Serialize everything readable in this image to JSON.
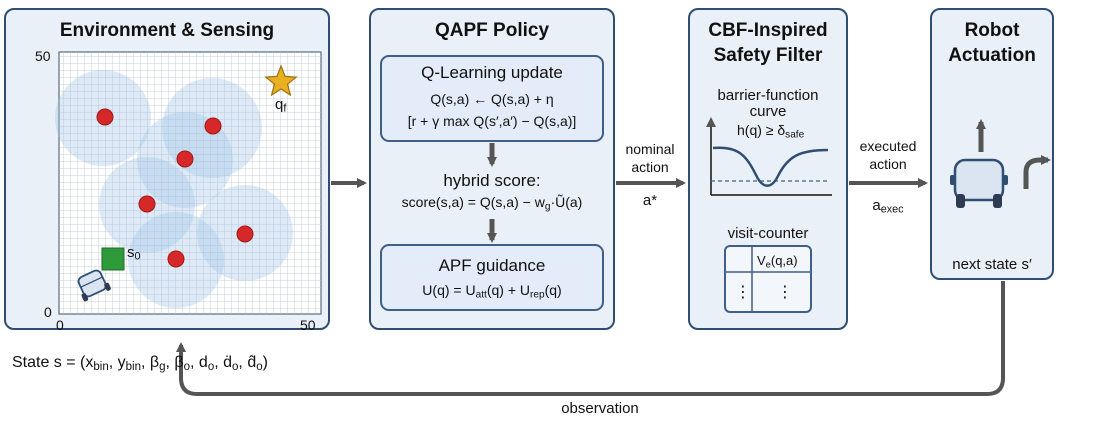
{
  "panels": {
    "env": {
      "title": "Environment & Sensing",
      "axis_top": "50",
      "axis_bottom_y": "0",
      "axis_bottom_x0": "0",
      "axis_right": "50",
      "goal_label": "q",
      "goal_sub": "f",
      "start_label": "s",
      "start_sub": "0"
    },
    "policy": {
      "title": "QAPF Policy",
      "qlearn": {
        "title": "Q-Learning update",
        "line1": "Q(s,a) ← Q(s,a) + η",
        "line2": "[r + γ max Q(s′,a′) − Q(s,a)]"
      },
      "hybrid": {
        "title": "hybrid score:",
        "f_pre": "score(s,a) = Q(s,a) − w",
        "f_sub": "g",
        "f_post": "·Ũ(a)"
      },
      "apf": {
        "title": "APF guidance",
        "f1": "U(q) = U",
        "s1": "att",
        "f2": "(q) + U",
        "s2": "rep",
        "f3": "(q)"
      }
    },
    "filter": {
      "title_line1": "CBF-Inspired",
      "title_line2": "Safety Filter",
      "curve_label1": "barrier-function",
      "curve_label2": "curve",
      "h_pre": "h(q) ≥ δ",
      "h_sub": "safe",
      "counter_label": "visit-counter",
      "table_v": "V",
      "table_v_sub": "e",
      "table_v_post": "(q,a)",
      "table_dots": "⋮"
    },
    "robot": {
      "title_line1": "Robot",
      "title_line2": "Actuation",
      "next_state": "next state s′"
    }
  },
  "arrows": {
    "nominal_line1": "nominal",
    "nominal_line2": "action",
    "a_star": "a*",
    "executed_line1": "executed",
    "executed_line2": "action",
    "a_exec": "a",
    "a_exec_sub": "exec",
    "observation": "observation"
  },
  "state": {
    "prefix": "State s = (x",
    "xsub": "bin",
    "mid": ", y",
    "ysub": "bin",
    "rest": ", β",
    "bg_sub": "g",
    "bo": ", β",
    "bo_sub": "o",
    "d": ", d",
    "d_sub": "o",
    "ddot": ", ḋ",
    "ddot_sub": "o",
    "dhat": ", d̂",
    "dhat_sub": "o",
    "close": ")"
  },
  "colors": {
    "panel_bg": "#eaf0f8",
    "panel_border": "#2f4e72",
    "arrow": "#555555",
    "obstacle": "#d62828",
    "goal": "#e8b020",
    "start": "#2e9a3a",
    "curve": "#2f4e72"
  }
}
